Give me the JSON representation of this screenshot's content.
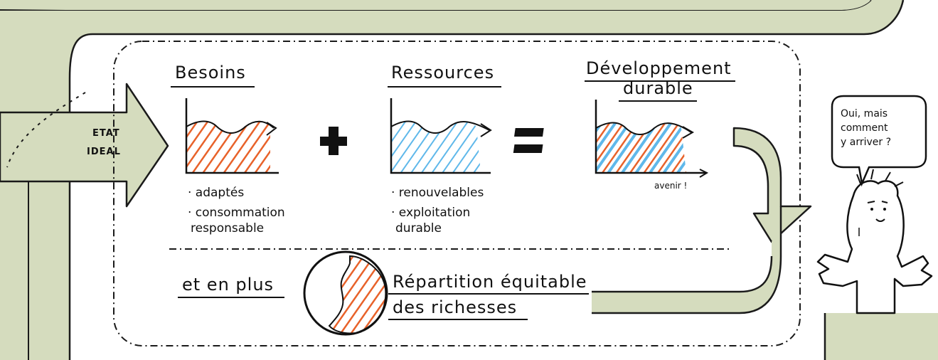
{
  "colors": {
    "band": "#d5dcbe",
    "band_stroke": "#1a1a1a",
    "orange": "#e8622a",
    "blue": "#5fb8ea",
    "ink": "#111111"
  },
  "left_arrow": {
    "line1": "ETAT",
    "line2": "IDEAL"
  },
  "columns": [
    {
      "title": "Besoins",
      "bullets": [
        "· adaptés",
        "· consommation",
        "responsable"
      ]
    },
    {
      "title": "Ressources",
      "bullets": [
        "· renouvelables",
        "· exploitation",
        "durable"
      ]
    },
    {
      "title_line1": "Développement",
      "title_line2": "durable",
      "axis_label": "avenir !"
    }
  ],
  "operators": {
    "plus": "plus-sign",
    "equals": "equals-sign"
  },
  "bottom": {
    "intro": "et en plus",
    "title_line1": "Répartition équitable",
    "title_line2": "des richesses"
  },
  "speech": {
    "line1": "Oui, mais",
    "line2": "comment",
    "line3": "y arriver ?"
  }
}
